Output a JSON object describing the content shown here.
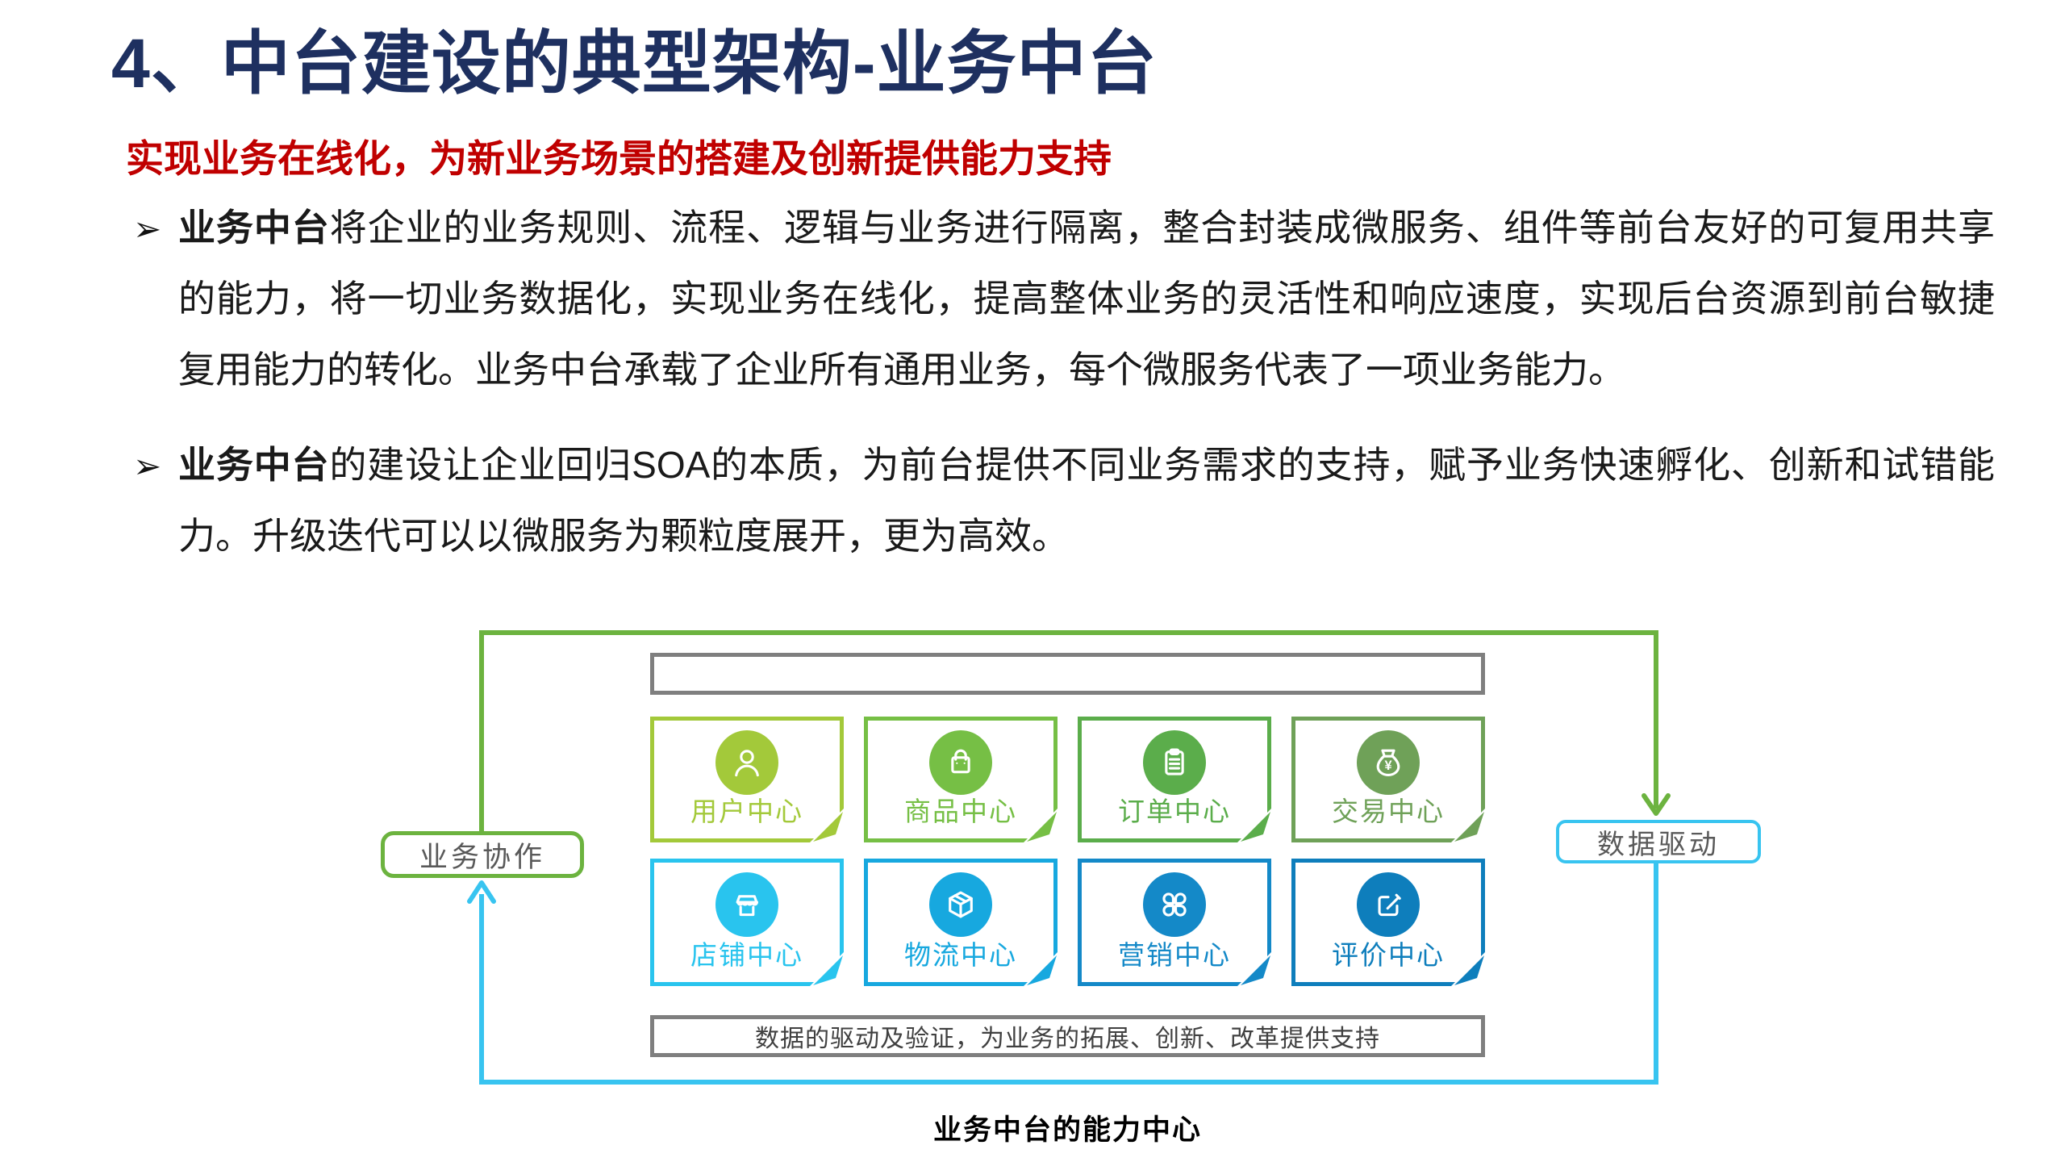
{
  "slide": {
    "title": "4、中台建设的典型架构-业务中台",
    "title_color": "#1E3060",
    "subtitle": "实现业务在线化，为新业务场景的搭建及创新提供能力支持",
    "subtitle_color": "#C00000",
    "bullet_marker": "➢",
    "bullets": [
      {
        "lead": "业务中台",
        "text": "将企业的业务规则、流程、逻辑与业务进行隔离，整合封装成微服务、组件等前台友好的可复用共享的能力，将一切业务数据化，实现业务在线化，提高整体业务的灵活性和响应速度，实现后台资源到前台敏捷复用能力的转化。业务中台承载了企业所有通用业务，每个微服务代表了一项业务能力。"
      },
      {
        "lead": "业务中台",
        "text": "的建设让企业回归SOA的本质，为前台提供不同业务需求的支持，赋予业务快速孵化、创新和试错能力。升级迭代可以以微服务为颗粒度展开，更为高效。"
      }
    ]
  },
  "diagram": {
    "centers": [
      {
        "label": "用户中心",
        "icon": "user-icon",
        "color": "#A3C93A"
      },
      {
        "label": "商品中心",
        "icon": "shopping-bag-icon",
        "color": "#76BF45"
      },
      {
        "label": "订单中心",
        "icon": "order-clipboard-icon",
        "color": "#5BAD4B"
      },
      {
        "label": "交易中心",
        "icon": "money-bag-icon",
        "color": "#6FA158"
      },
      {
        "label": "店铺中心",
        "icon": "storefront-icon",
        "color": "#29C4EE"
      },
      {
        "label": "物流中心",
        "icon": "package-cube-icon",
        "color": "#17A8DF"
      },
      {
        "label": "营销中心",
        "icon": "clover-grid-icon",
        "color": "#1489C8"
      },
      {
        "label": "评价中心",
        "icon": "edit-note-icon",
        "color": "#0E7EBC"
      }
    ],
    "left_label": "业务协作",
    "right_label": "数据驱动",
    "bottom_bar": "数据的驱动及验证，为业务的拓展、创新、改革提供支持",
    "caption": "业务中台的能力中心",
    "colors": {
      "green_flow": "#6CB33F",
      "cyan_flow": "#38C4F0",
      "gray": "#7F7F7F"
    }
  }
}
